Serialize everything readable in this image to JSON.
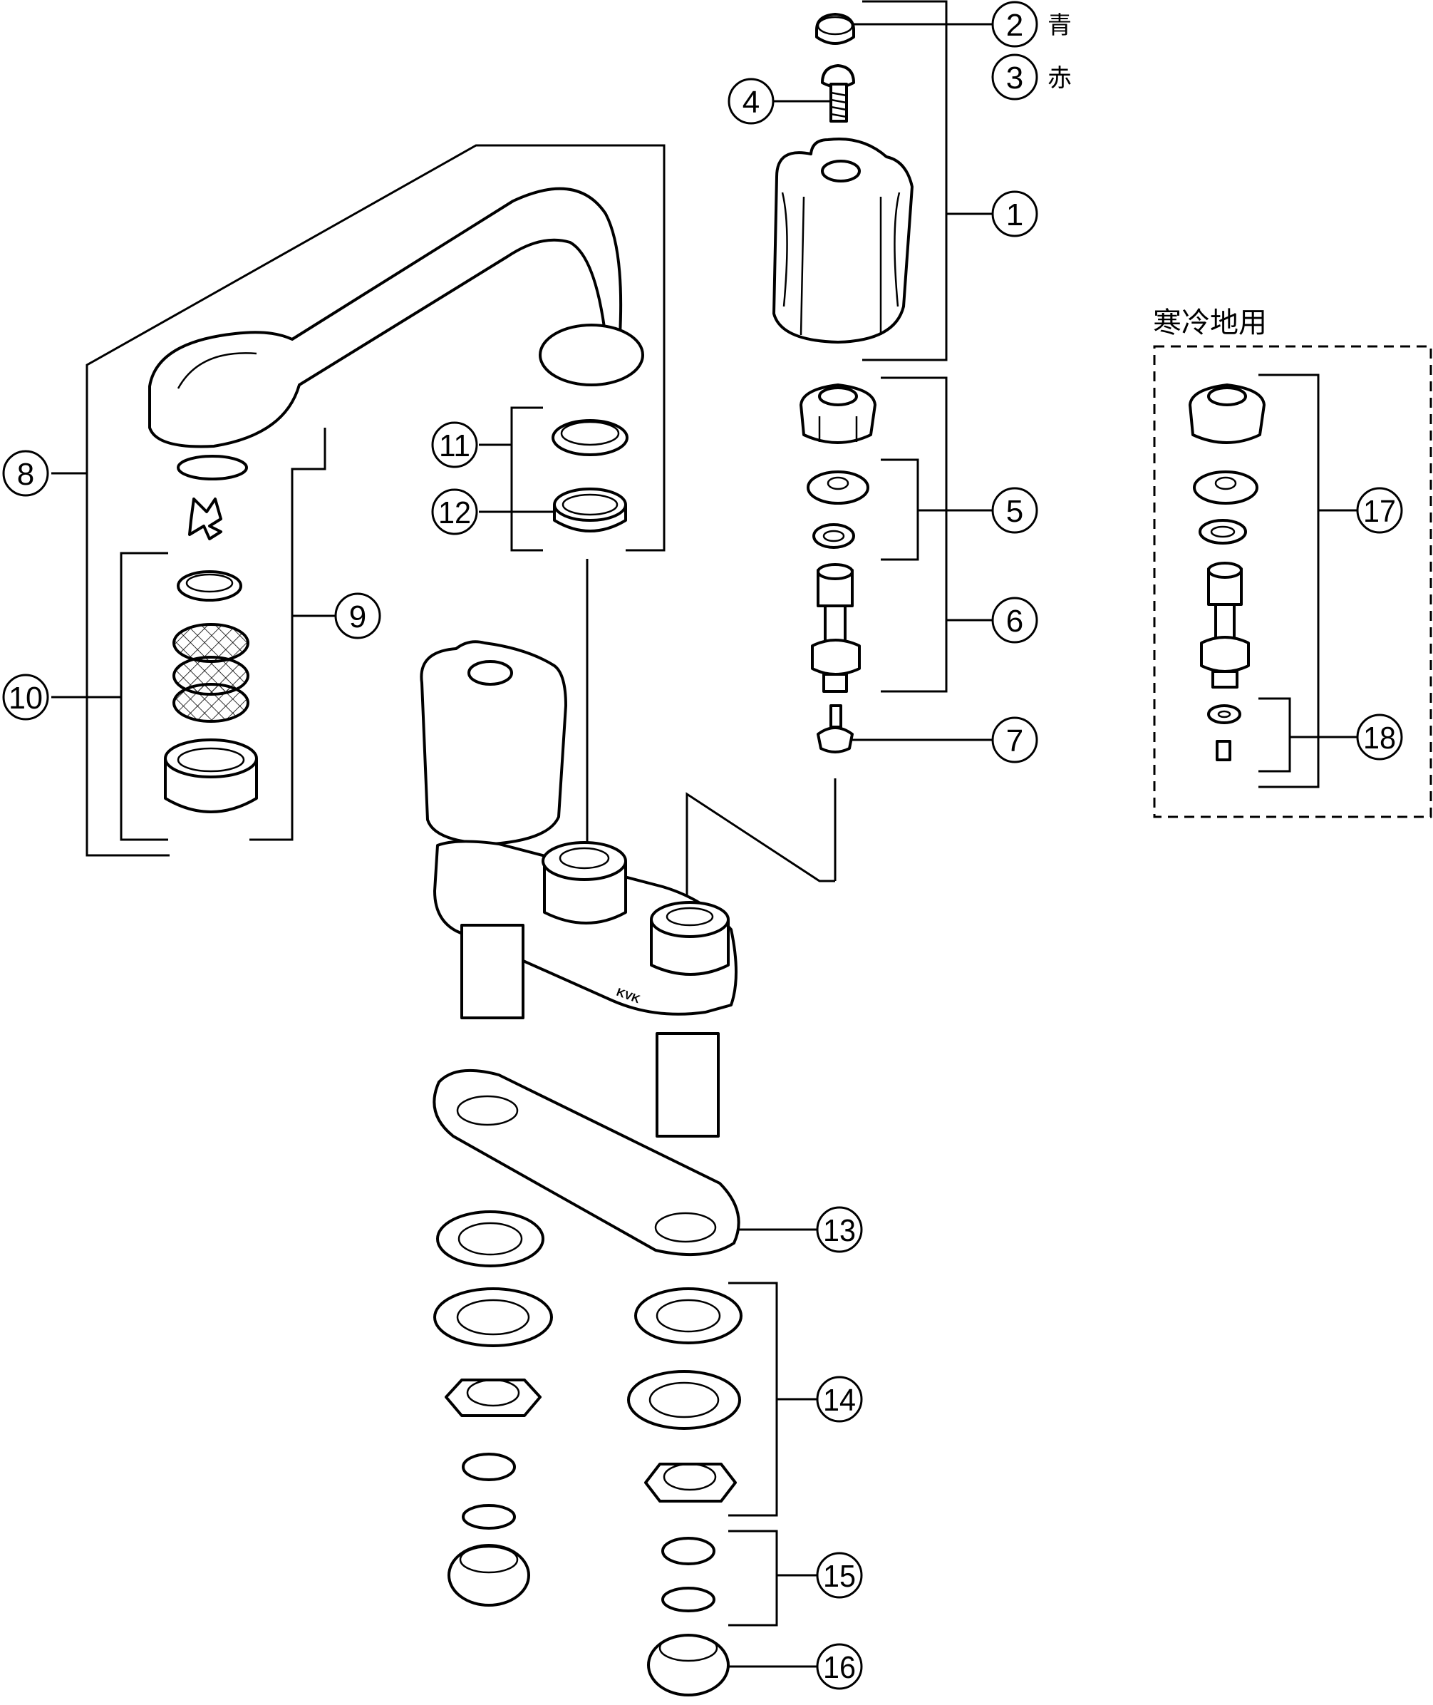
{
  "diagram": {
    "callouts": [
      {
        "id": "c1",
        "label": "1"
      },
      {
        "id": "c2",
        "label": "2",
        "note": "青"
      },
      {
        "id": "c3",
        "label": "3",
        "note": "赤"
      },
      {
        "id": "c4",
        "label": "4"
      },
      {
        "id": "c5",
        "label": "5"
      },
      {
        "id": "c6",
        "label": "6"
      },
      {
        "id": "c7",
        "label": "7"
      },
      {
        "id": "c8",
        "label": "8"
      },
      {
        "id": "c9",
        "label": "9"
      },
      {
        "id": "c10",
        "label": "10"
      },
      {
        "id": "c11",
        "label": "11"
      },
      {
        "id": "c12",
        "label": "12"
      },
      {
        "id": "c13",
        "label": "13"
      },
      {
        "id": "c14",
        "label": "14"
      },
      {
        "id": "c15",
        "label": "15"
      },
      {
        "id": "c16",
        "label": "16"
      },
      {
        "id": "c17",
        "label": "17"
      },
      {
        "id": "c18",
        "label": "18"
      }
    ],
    "cold_region_box": {
      "title": "寒冷地用"
    },
    "brand_mark": "KVK"
  }
}
